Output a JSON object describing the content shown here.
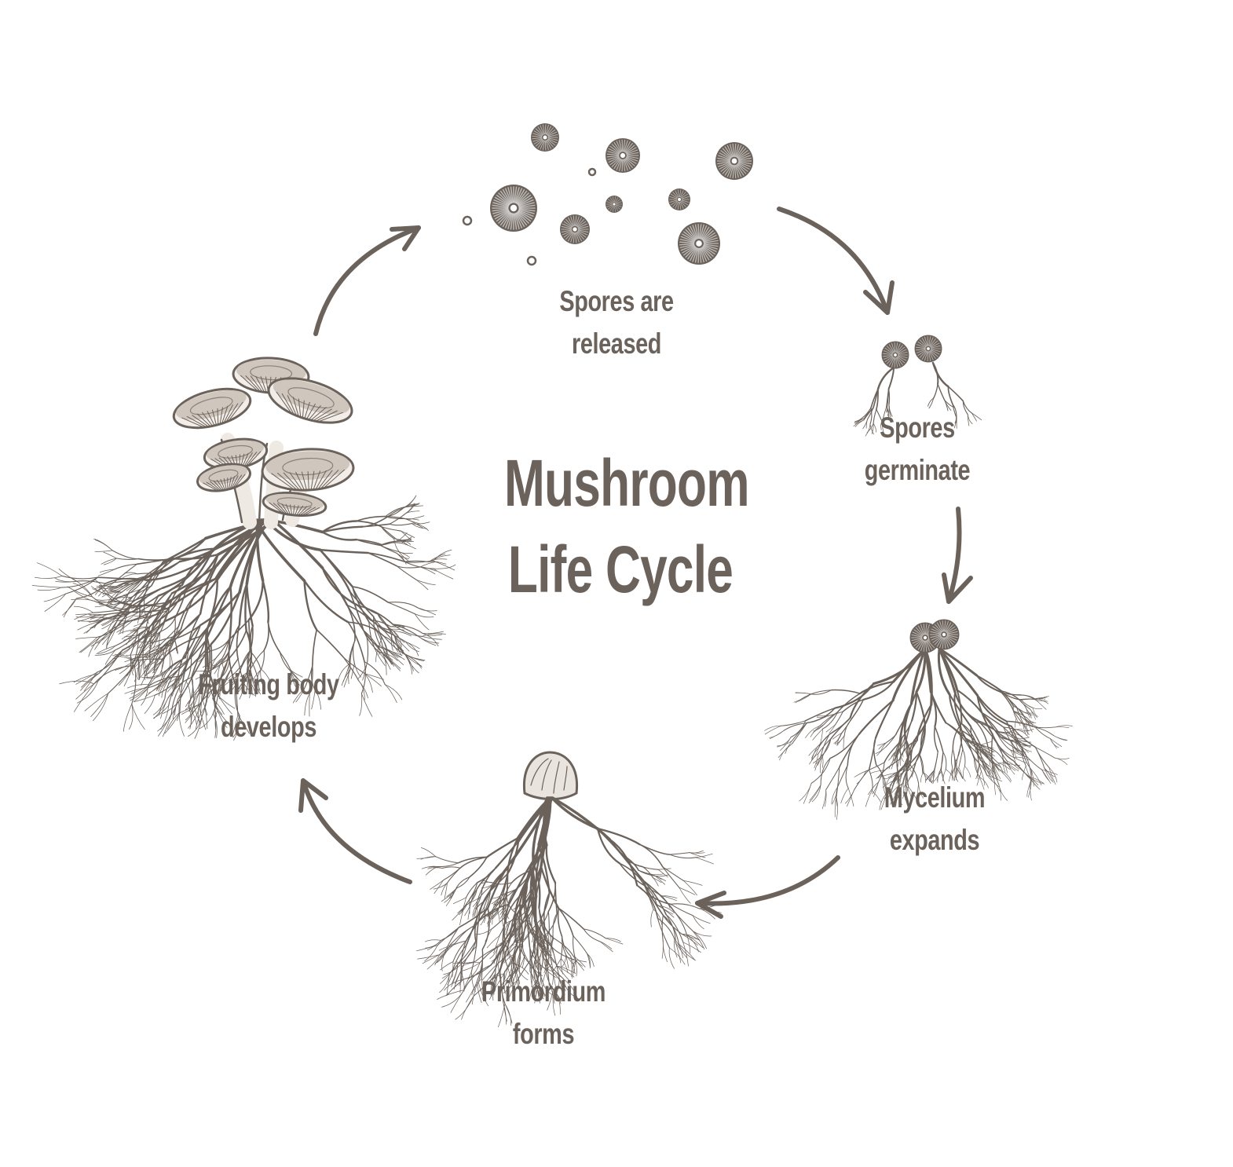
{
  "title": {
    "line1": "Mushroom",
    "line2": "Life Cycle"
  },
  "stages": [
    {
      "id": "spores-released",
      "line1": "Spores are",
      "line2": "released"
    },
    {
      "id": "spores-germinate",
      "line1": "Spores",
      "line2": "germinate"
    },
    {
      "id": "mycelium-expands",
      "line1": "Mycelium",
      "line2": "expands"
    },
    {
      "id": "primordium-forms",
      "line1": "Primordium",
      "line2": "forms"
    },
    {
      "id": "fruiting-body-develops",
      "line1": "Fruiting body",
      "line2": "develops"
    }
  ],
  "colors": {
    "ink": "#6b625b",
    "background": "#ffffff"
  },
  "icons": [
    "spore-icon",
    "germinating-spores-icon",
    "mycelium-icon",
    "primordium-mushroom-icon",
    "oyster-mushroom-cluster-icon",
    "cycle-arrow-icon"
  ]
}
